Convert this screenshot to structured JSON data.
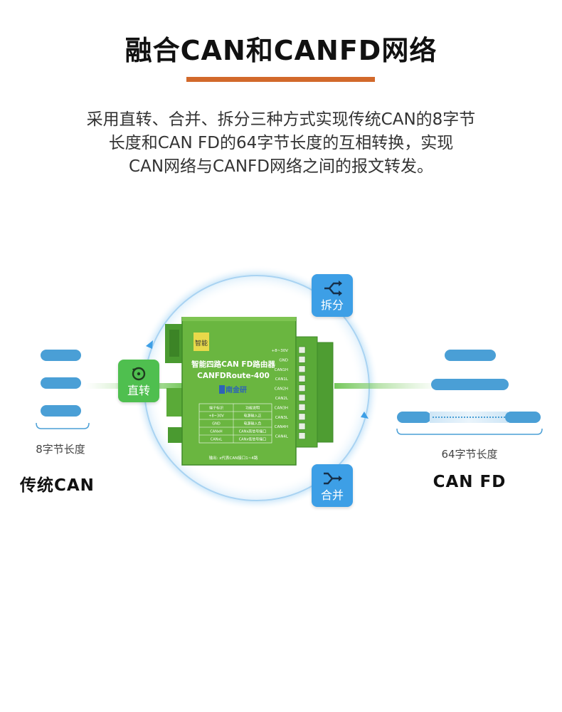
{
  "header": {
    "title": "融合CAN和CANFD网络",
    "description": [
      "采用直转、合并、拆分三种方式实现传统CAN的8字节",
      "长度和CAN FD的64字节长度的互相转换，实现",
      "CAN网络与CANFD网络之间的报文转发。"
    ]
  },
  "left": {
    "caption": "8字节长度",
    "label": "传统CAN"
  },
  "right": {
    "caption": "64字节长度",
    "label": "CAN FD"
  },
  "modes": {
    "direct": {
      "label": "直转",
      "icon": "rotate-arrow-icon"
    },
    "split": {
      "label": "拆分",
      "icon": "split-arrows-icon"
    },
    "merge": {
      "label": "合并",
      "icon": "merge-arrows-icon"
    }
  },
  "device": {
    "logo_text": "智能",
    "name": "智能四路CAN FD路由器",
    "model": "CANFDRoute-400",
    "brand": "南金研",
    "table_headers": [
      "端子标识",
      "功能说明"
    ],
    "table_rows": [
      [
        "+8~30V",
        "电源输入正"
      ],
      [
        "GND",
        "电源输入负"
      ],
      [
        "CANxH",
        "CANx高信号端口"
      ],
      [
        "CANxL",
        "CANx低信号端口"
      ]
    ],
    "footnote": "输出: x代表CAN接口1~4路",
    "terminals": [
      "+8~30V",
      "GND",
      "CAN1H",
      "CAN1L",
      "CAN2H",
      "CAN2L",
      "CAN3H",
      "CAN3L",
      "CAN4H",
      "CAN4L"
    ]
  },
  "colors": {
    "accent": "#d2692b",
    "pill_blue": "#4a9fd6",
    "badge_blue": "#3d9fe6",
    "badge_green": "#4fbf4f",
    "device_green": "#6ab640"
  }
}
